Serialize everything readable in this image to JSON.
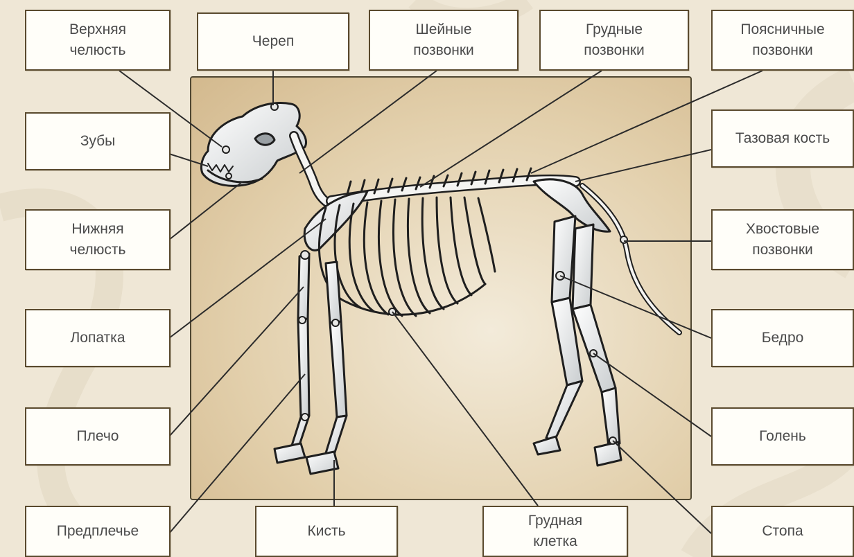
{
  "colors": {
    "page_background": "#efe7d6",
    "panel_background": "#dcc7a0",
    "box_border": "#5a4a2e",
    "box_fill": "#fffef9",
    "label_text": "#4b4b4b",
    "leader_line": "#2b2b2b",
    "bone_outline": "#1f1f1f",
    "bone_fill": "#f4f4f2",
    "bone_shade": "#9aa0a4"
  },
  "labels": {
    "upper_jaw": {
      "line1": "Верхняя",
      "line2": "челюсть"
    },
    "skull": {
      "line1": "Череп"
    },
    "cervical": {
      "line1": "Шейные",
      "line2": "позвонки"
    },
    "thoracic": {
      "line1": "Грудные",
      "line2": "позвонки"
    },
    "lumbar": {
      "line1": "Поясничные",
      "line2": "позвонки"
    },
    "teeth": {
      "line1": "Зубы"
    },
    "pelvis": {
      "line1": "Тазовая кость"
    },
    "lower_jaw": {
      "line1": "Нижняя",
      "line2": "челюсть"
    },
    "tail": {
      "line1": "Хвостовые",
      "line2": "позвонки"
    },
    "scapula": {
      "line1": "Лопатка"
    },
    "femur": {
      "line1": "Бедро"
    },
    "shoulder": {
      "line1": "Плечо"
    },
    "shin": {
      "line1": "Голень"
    },
    "forearm": {
      "line1": "Предплечье"
    },
    "paw": {
      "line1": "Кисть"
    },
    "ribcage": {
      "line1": "Грудная",
      "line2": "клетка"
    },
    "foot": {
      "line1": "Стопа"
    }
  },
  "icons": {
    "skeleton": "dog-skeleton-icon"
  }
}
